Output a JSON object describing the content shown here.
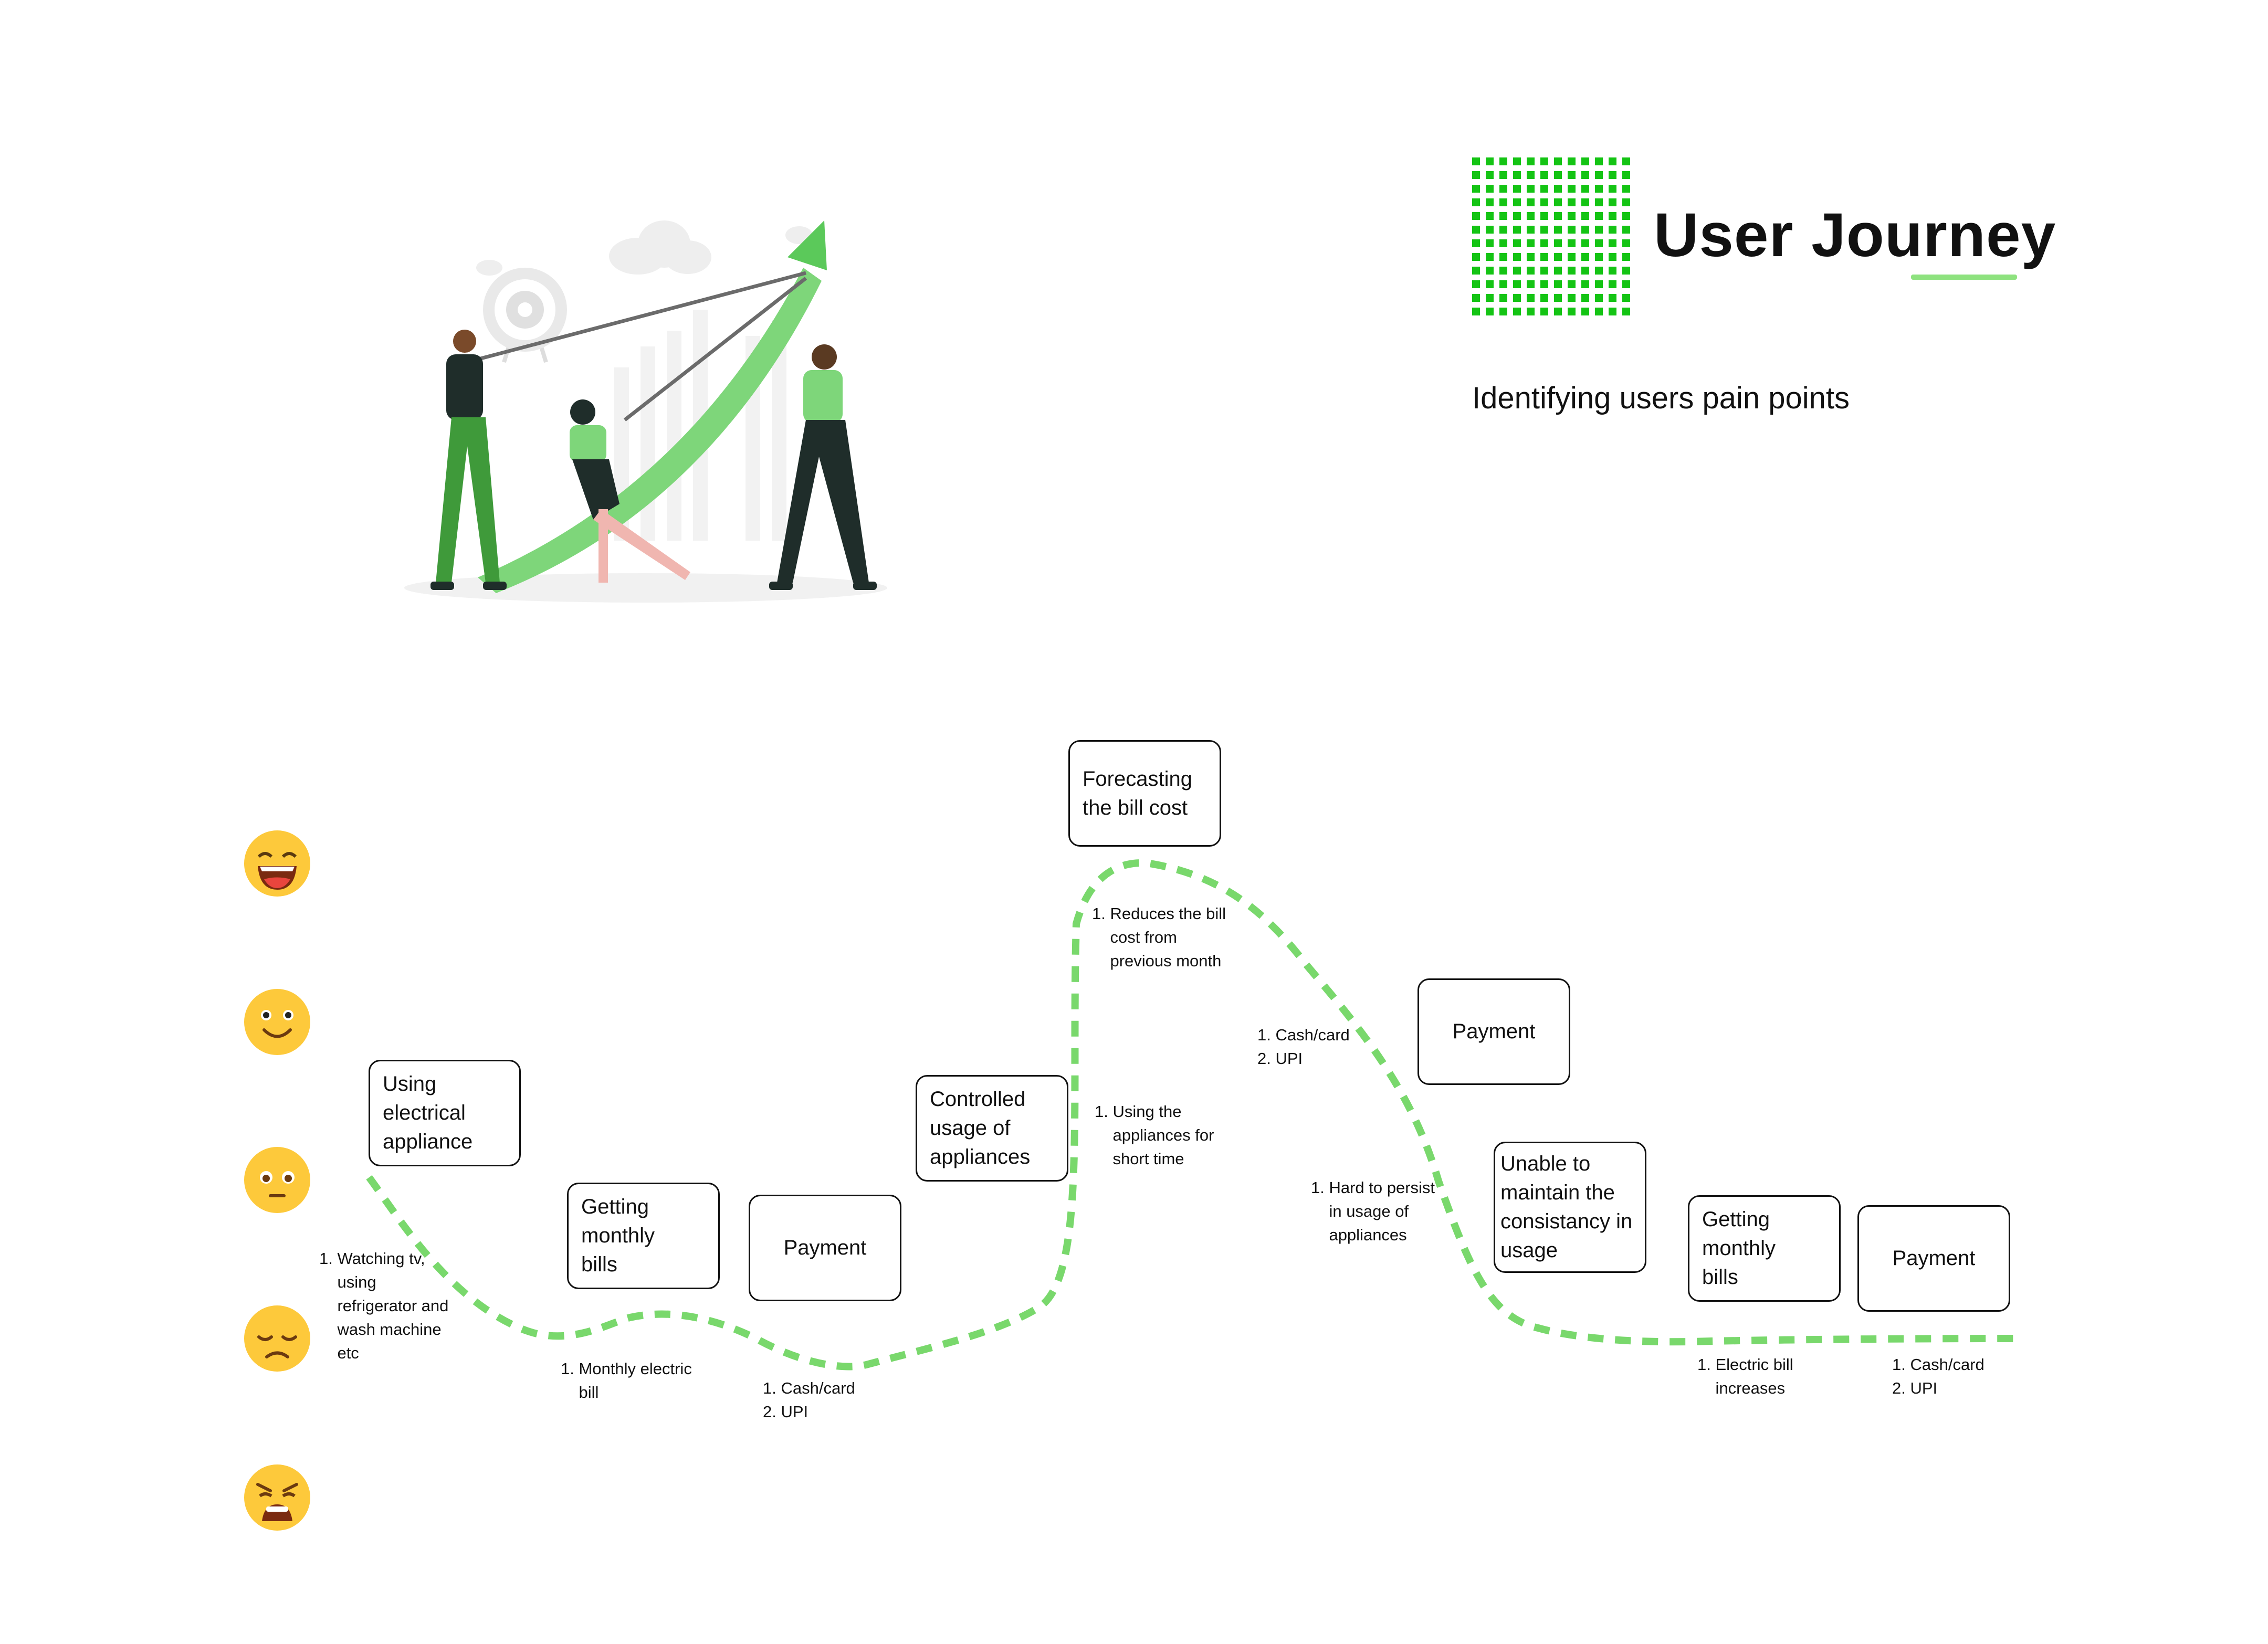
{
  "header": {
    "title": "User Journey",
    "subtitle": "Identifying users pain points",
    "accent_color": "#14c414",
    "underline_color": "#8ee27f"
  },
  "illustration": {
    "icon": "team-pulling-growth-arrow-illustration"
  },
  "emotion_scale": [
    {
      "icon": "laughing-face-icon",
      "mood": "very happy"
    },
    {
      "icon": "smiling-face-icon",
      "mood": "happy"
    },
    {
      "icon": "neutral-face-icon",
      "mood": "neutral"
    },
    {
      "icon": "sad-face-icon",
      "mood": "sad"
    },
    {
      "icon": "weary-face-icon",
      "mood": "very sad"
    }
  ],
  "curve": {
    "color": "#79d86c",
    "style": "dashed"
  },
  "stages": [
    {
      "label": "Using\nelectrical\nappliance",
      "note": "1. Watching tv,\n    using\n    refrigerator and\n    wash machine\n    etc"
    },
    {
      "label": "Getting\nmonthly\nbills",
      "note": "1. Monthly electric\n    bill"
    },
    {
      "label": "Payment",
      "note": "1. Cash/card\n2. UPI"
    },
    {
      "label": "Controlled\nusage of\nappliances",
      "note": "1. Using the\n    appliances for\n    short time"
    },
    {
      "label": "Forecasting\nthe bill cost",
      "note": "1. Reduces the bill\n    cost from\n    previous month"
    },
    {
      "label": "Payment",
      "note": "1. Cash/card\n2. UPI"
    },
    {
      "label": "Unable to\nmaintain the\nconsistancy in\nusage",
      "note": "1. Hard to persist\n    in usage of\n    appliances"
    },
    {
      "label": "Getting\nmonthly\nbills",
      "note": "1. Electric bill\n    increases"
    },
    {
      "label": "Payment",
      "note": "1. Cash/card\n2. UPI"
    }
  ]
}
